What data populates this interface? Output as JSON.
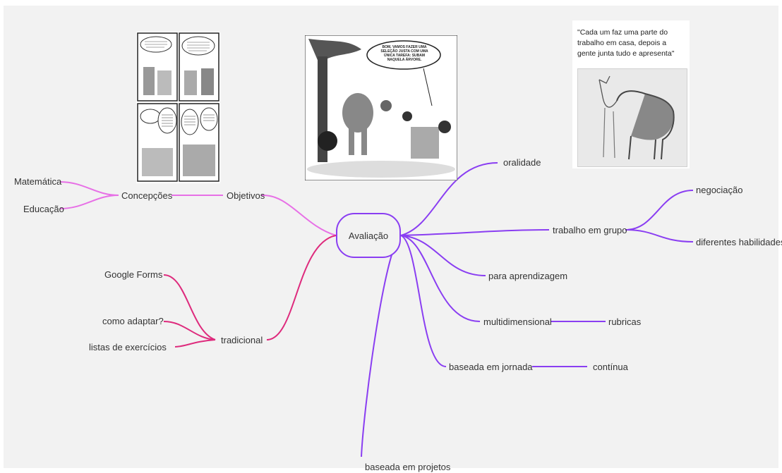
{
  "root": {
    "label": "Avaliação"
  },
  "colors": {
    "pink": "#e770e6",
    "magenta": "#de2b7d",
    "purple": "#8a3ef2"
  },
  "nodes": {
    "objetivos": "Objetivos",
    "concepcoes": "Concepções",
    "matematica": "Matemática",
    "educacao": "Educação",
    "tradicional": "tradicional",
    "google_forms": "Google Forms",
    "como_adaptar": "como adaptar?",
    "listas": "listas de exercícios",
    "oralidade": "oralidade",
    "trabalho_grupo": "trabalho em grupo",
    "negociacao": "negociação",
    "diferentes_habilidades": "diferentes habilidades",
    "para_aprendizagem": "para aprendizagem",
    "multidimensional": "multidimensional",
    "rubricas": "rubricas",
    "baseada_jornada": "baseada em jornada",
    "continua": "contínua",
    "baseada_projetos": "baseada em projetos"
  },
  "images": {
    "quote": "\"Cada um faz uma parte do trabalho em casa, depois a gente junta tudo e apresenta\"",
    "cartoon_bubble": "BOM, VAMOS FAZER UMA SELEÇÃO JUSTA COM UMA ÚNICA TAREFA: SUBAM NAQUELA ÁRVORE."
  }
}
